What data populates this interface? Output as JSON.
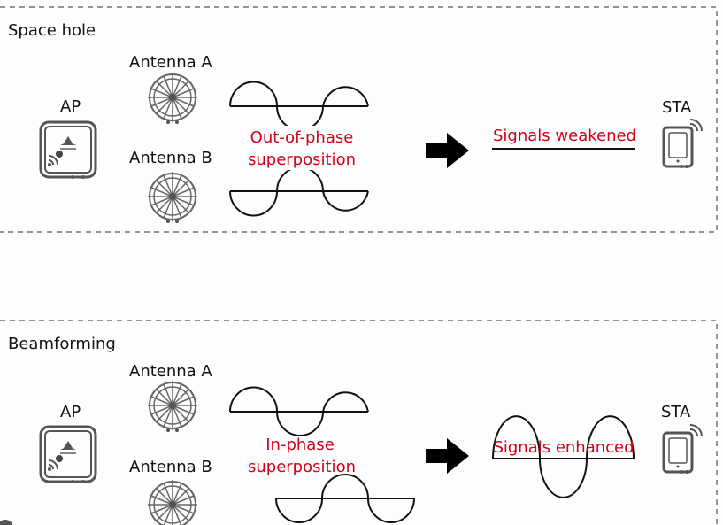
{
  "panels": [
    {
      "title": "Space hole",
      "ap_label": "AP",
      "antenna_a": "Antenna A",
      "antenna_b": "Antenna B",
      "superposition_line1": "Out-of-phase",
      "superposition_line2": "superposition",
      "result": "Signals weakened",
      "sta_label": "STA"
    },
    {
      "title": "Beamforming",
      "ap_label": "AP",
      "antenna_a": "Antenna A",
      "antenna_b": "Antenna B",
      "superposition_line1": "In-phase",
      "superposition_line2": "superposition",
      "result": "Signals enhanced",
      "sta_label": "STA"
    }
  ],
  "colors": {
    "accent": "#d0021b",
    "icon": "#555555"
  }
}
